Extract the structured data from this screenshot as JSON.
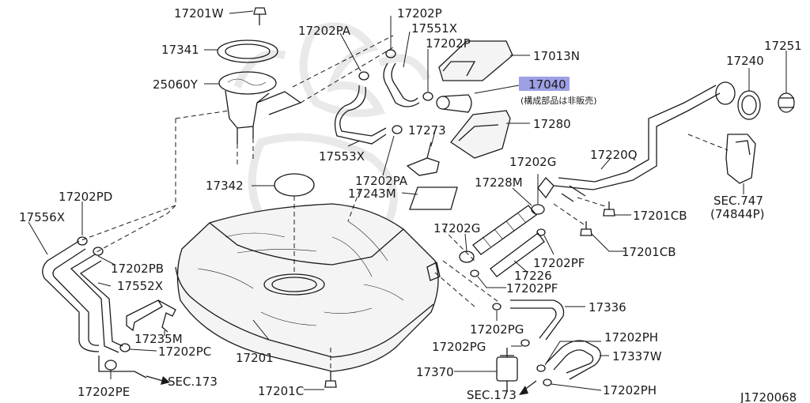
{
  "labels": {
    "p17201W": "17201W",
    "p17341": "17341",
    "p25060Y": "25060Y",
    "p17342": "17342",
    "p17202PD": "17202PD",
    "p17556X": "17556X",
    "p17202PB": "17202PB",
    "p17552X": "17552X",
    "p17235M": "17235M",
    "p17202PC": "17202PC",
    "p17202PE": "17202PE",
    "sec173a": "SEC.173",
    "p17201": "17201",
    "p17201C": "17201C",
    "p17202PA_top": "17202PA",
    "p17202P_top": "17202P",
    "p17551X": "17551X",
    "p17202P_mid": "17202P",
    "p17013N": "17013N",
    "p17040": "17040",
    "note": "(構成部品は非販売)",
    "p17553X": "17553X",
    "p17273": "17273",
    "p17280": "17280",
    "p17202PA_bot": "17202PA",
    "p17243M": "17243M",
    "p17228M": "17228M",
    "p17202G_top": "17202G",
    "p17220Q": "17220Q",
    "p17240": "17240",
    "p17251": "17251",
    "sec747": "SEC.747",
    "sec747sub": "(74844P)",
    "p17201CB_a": "17201CB",
    "p17201CB_b": "17201CB",
    "p17202G_mid": "17202G",
    "p17202PF_a": "17202PF",
    "p17226": "17226",
    "p17202PF_b": "17202PF",
    "p17336": "17336",
    "p17202PG_a": "17202PG",
    "p17202PG_b": "17202PG",
    "p17370": "17370",
    "sec173b": "SEC.173",
    "p17202PH_a": "17202PH",
    "p17337W": "17337W",
    "p17202PH_b": "17202PH",
    "diagram_id": "J1720068"
  },
  "highlight": {
    "part": "17040",
    "color": "#8c8fe0"
  }
}
